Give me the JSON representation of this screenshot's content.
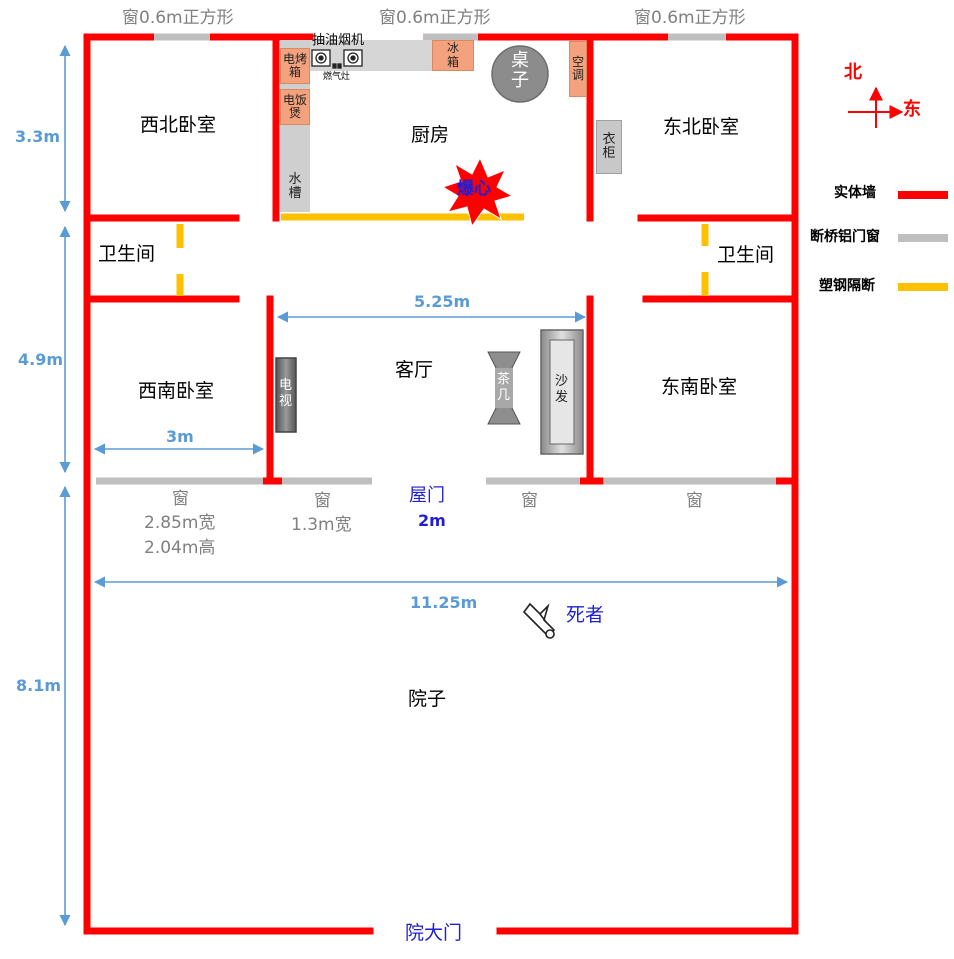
{
  "windows_top": [
    "窗0.6m正方形",
    "窗0.6m正方形",
    "窗0.6m正方形"
  ],
  "dimensions": {
    "h_north": "3.3m",
    "h_middle": "4.9m",
    "h_yard": "8.1m",
    "living_width": "5.25m",
    "sw_width": "3m",
    "yard_width": "11.25m"
  },
  "rooms": {
    "nw": "西北卧室",
    "kitchen": "厨房",
    "ne": "东北卧室",
    "bath_w": "卫生间",
    "bath_e": "卫生间",
    "sw": "西南卧室",
    "living": "客厅",
    "se": "东南卧室",
    "yard": "院子"
  },
  "fixtures": {
    "oven": "电烤箱",
    "hood": "抽油烟机",
    "stove": "燃气灶",
    "fridge": "冰箱",
    "table": "桌子",
    "ac": "空调",
    "rice_cooker": "电饭煲",
    "sink": "水槽",
    "wardrobe": "衣柜",
    "tv": "电视",
    "coffee_table": "茶几",
    "sofa": "沙发"
  },
  "blast": "爆心",
  "compass": {
    "north": "北",
    "east": "东"
  },
  "legend": {
    "wall": "实体墙",
    "window": "断桥铝门窗",
    "partition": "塑钢隔断"
  },
  "south_windows": {
    "w1": "窗",
    "w1_w": "2.85m宽",
    "w1_h": "2.04m高",
    "w2": "窗",
    "w2_w": "1.3m宽",
    "w3": "窗",
    "w4": "窗"
  },
  "door": {
    "label": "屋门",
    "width": "2m"
  },
  "victim": "死者",
  "gate": "院大门",
  "colors": {
    "wall": "#ff0000",
    "window": "#bfbfbf",
    "partition": "#ffc000",
    "dim": "#5b9bd5",
    "blast": "#ff0000"
  }
}
